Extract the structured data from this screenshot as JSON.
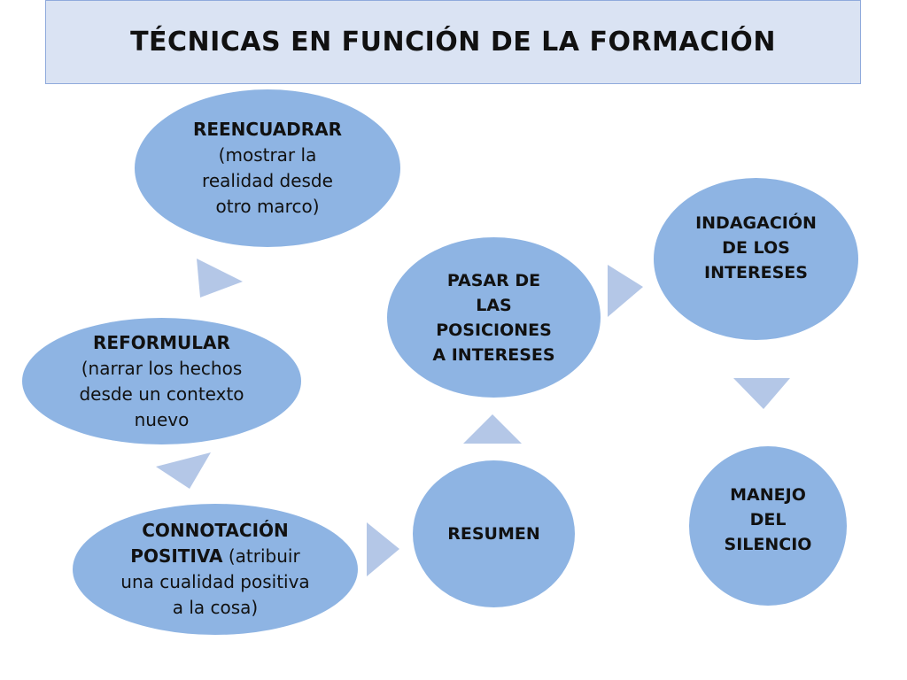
{
  "title": "TÉCNICAS EN FUNCIÓN DE LA FORMACIÓN",
  "colors": {
    "title_bg": "#dae3f3",
    "title_border": "#8faadc",
    "node_fill": "#8eb4e3",
    "arrow_fill": "#b4c7e7"
  },
  "nodes": {
    "reencuadrar": {
      "label": "REENCUADRAR",
      "desc_1": "(mostrar la",
      "desc_2": "realidad desde",
      "desc_3": "otro marco)"
    },
    "reformular": {
      "label": "REFORMULAR",
      "desc_1": "(narrar los hechos",
      "desc_2": "desde un contexto",
      "desc_3": "nuevo"
    },
    "connotacion": {
      "label_1": "CONNOTACIÓN",
      "label_2": "POSITIVA",
      "desc_1": " (atribuir",
      "desc_2": "una cualidad positiva",
      "desc_3": "a la cosa)"
    },
    "resumen": {
      "label": "RESUMEN"
    },
    "pasar": {
      "line_1": "PASAR DE",
      "line_2": "LAS",
      "line_3": "POSICIONES",
      "line_4": "A INTERESES"
    },
    "indagacion": {
      "line_1": "INDAGACIÓN",
      "line_2": "DE LOS",
      "line_3": "INTERESES"
    },
    "manejo": {
      "line_1": "MANEJO",
      "line_2": "DEL",
      "line_3": "SILENCIO"
    }
  }
}
